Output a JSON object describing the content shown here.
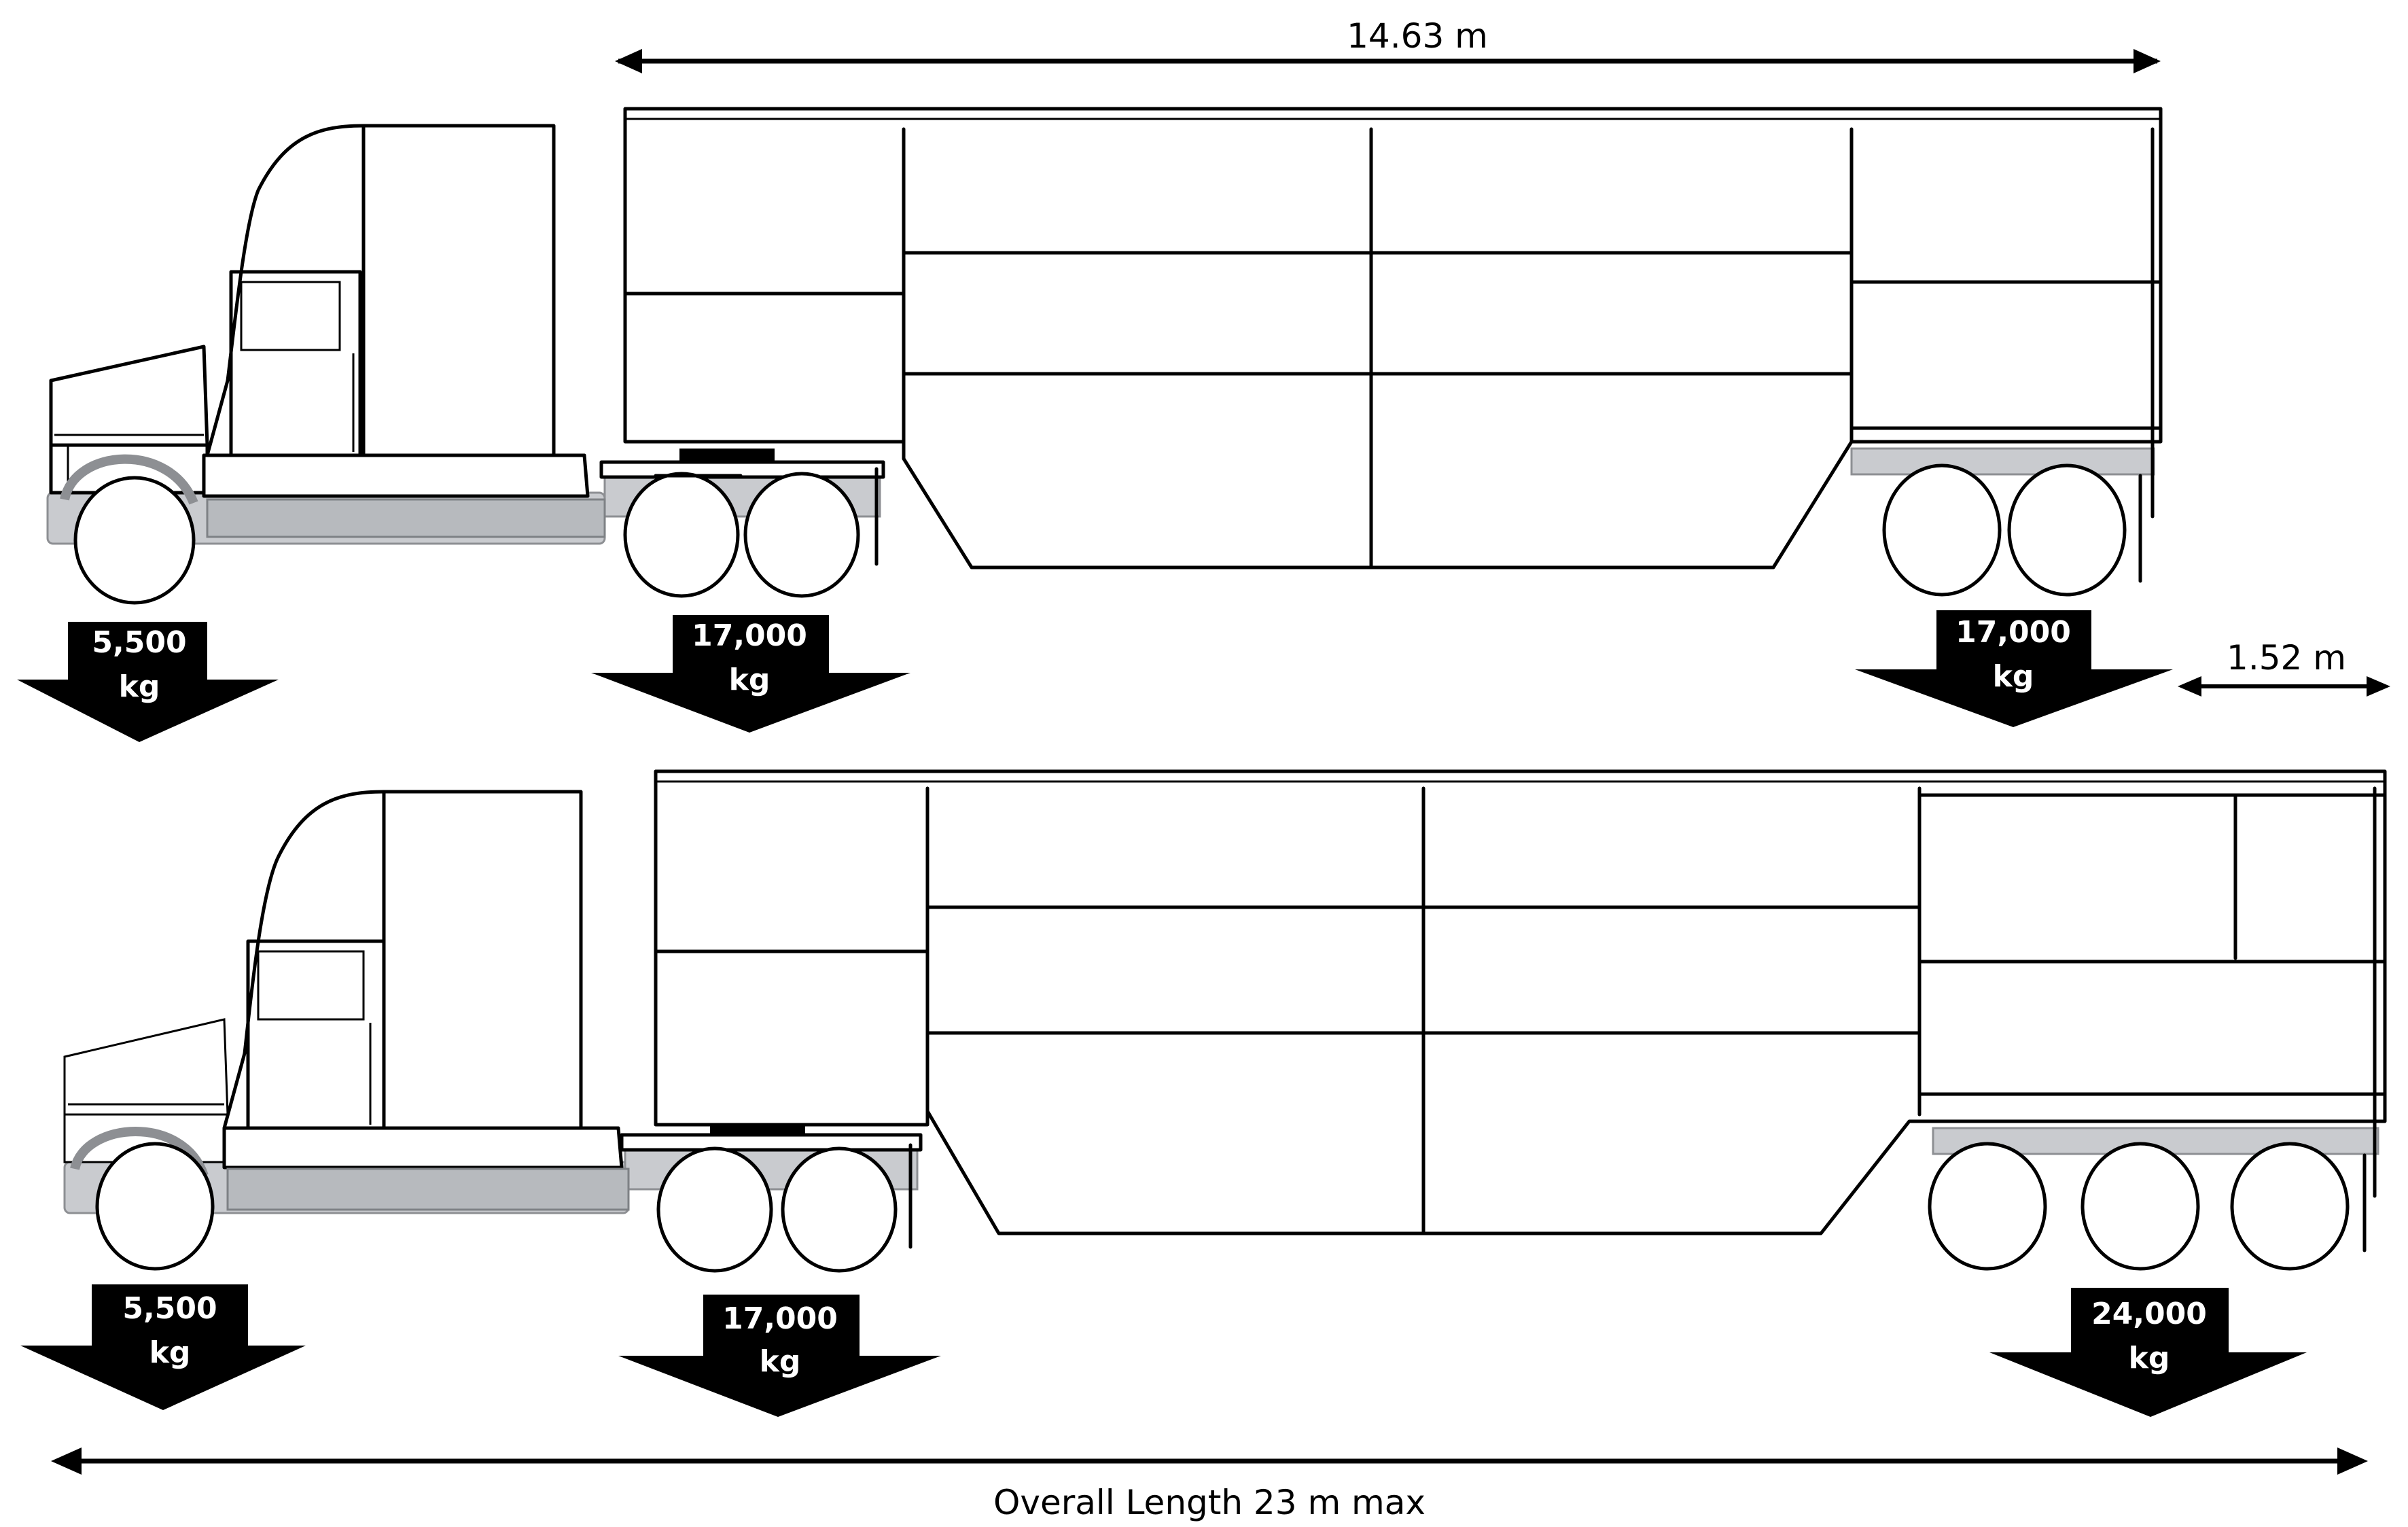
{
  "dimensions": {
    "trailer_length": "14.63 m",
    "rear_overhang": "1.52 m",
    "overall_length": "Overall Length 23 m max"
  },
  "top_truck": {
    "loads": [
      {
        "value": "5,500",
        "unit": "kg"
      },
      {
        "value": "17,000",
        "unit": "kg"
      },
      {
        "value": "17,000",
        "unit": "kg"
      }
    ]
  },
  "bottom_truck": {
    "loads": [
      {
        "value": "5,500",
        "unit": "kg"
      },
      {
        "value": "17,000",
        "unit": "kg"
      },
      {
        "value": "24,000",
        "unit": "kg"
      }
    ]
  }
}
